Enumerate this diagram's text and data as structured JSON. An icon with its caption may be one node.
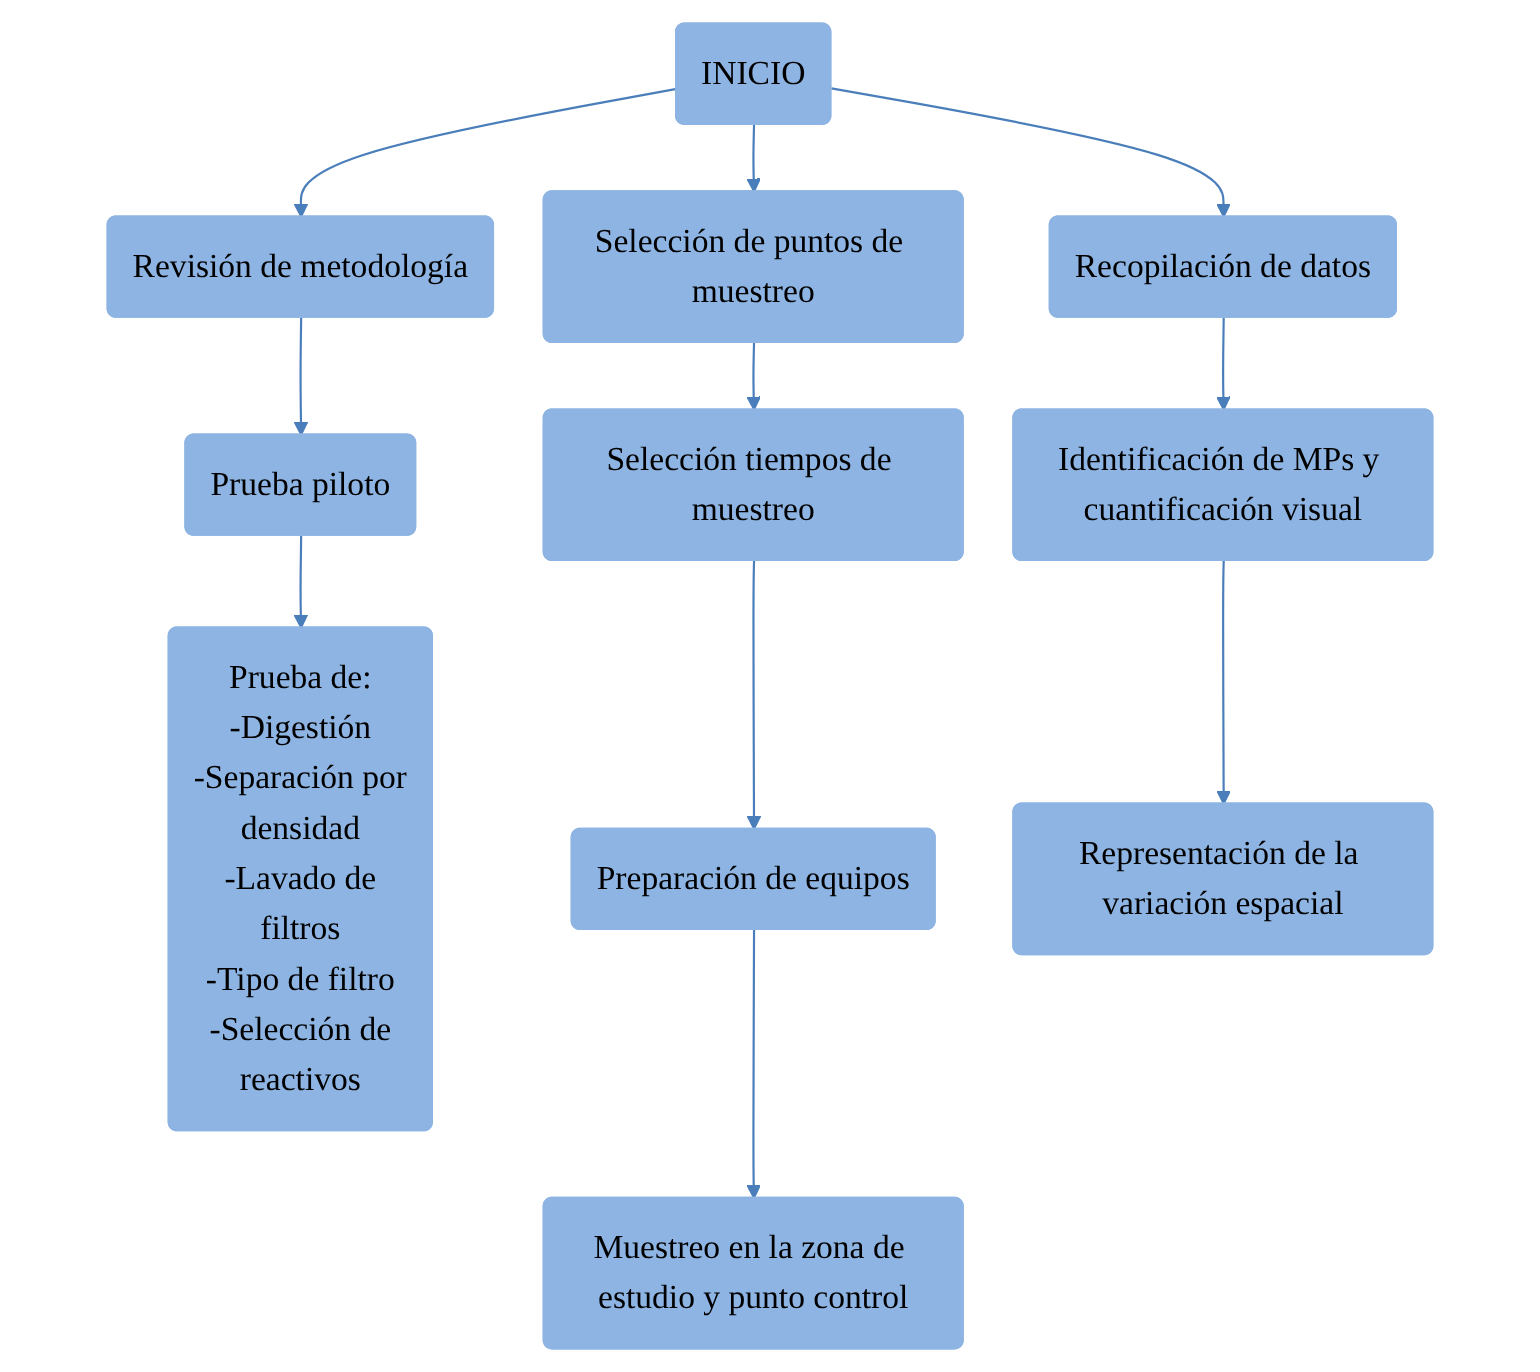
{
  "diagram": {
    "nodes": [
      {
        "text": [
          "INICIO"
        ]
      },
      {
        "text": [
          "Revisión de metodología"
        ]
      },
      {
        "text": [
          "Selección de puntos de muestreo"
        ]
      },
      {
        "text": [
          "Recopilación de datos"
        ]
      },
      {
        "text": [
          "Prueba piloto"
        ]
      },
      {
        "text": [
          "Prueba de: -Digestión -Separación por densidad -Lavado de filtros -Tipo de filtro -Selección de reactivos"
        ]
      },
      {
        "text": [
          "Selección tiempos de muestreo"
        ]
      },
      {
        "text": [
          "Preparación de equipos"
        ]
      },
      {
        "text": [
          "Muestreo en la zona de estudio y punto control"
        ]
      },
      {
        "text": [
          "Identificación de MPs y cuantificación visual"
        ]
      },
      {
        "text": [
          "Representación de la variación espacial"
        ]
      }
    ],
    "edges": [
      {
        "from": 0,
        "to": 1,
        "arrow": "to"
      },
      {
        "from": 0,
        "to": 2,
        "arrow": "to"
      },
      {
        "from": 0,
        "to": 3,
        "arrow": "to"
      },
      {
        "from": 1,
        "to": 4,
        "arrow": "to"
      },
      {
        "from": 4,
        "to": 5,
        "arrow": "to"
      },
      {
        "from": 2,
        "to": 6,
        "arrow": "to"
      },
      {
        "from": 6,
        "to": 7,
        "arrow": "to"
      },
      {
        "from": 7,
        "to": 8,
        "arrow": "to"
      },
      {
        "from": 3,
        "to": 9,
        "arrow": "to"
      },
      {
        "from": 9,
        "to": 10,
        "arrow": "to"
      }
    ]
  }
}
